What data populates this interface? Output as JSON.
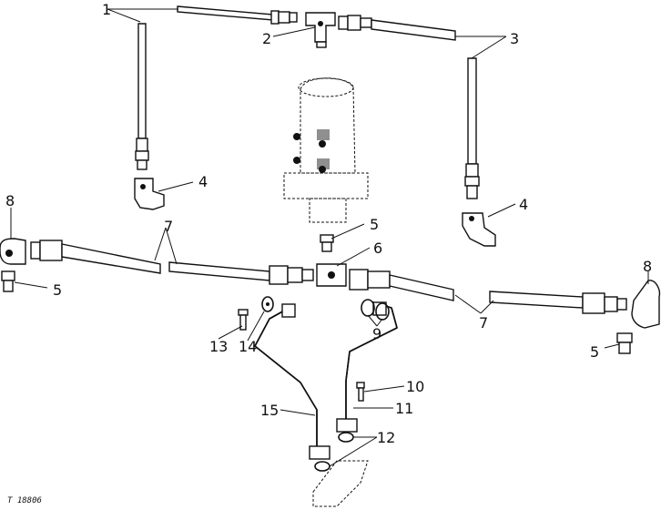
{
  "callouts": {
    "c1": "1",
    "c2": "2",
    "c3": "3",
    "c4a": "4",
    "c4b": "4",
    "c5a": "5",
    "c5b": "5",
    "c5c": "5",
    "c6": "6",
    "c7a": "7",
    "c7b": "7",
    "c8a": "8",
    "c8b": "8",
    "c9": "9",
    "c10": "10",
    "c11": "11",
    "c12": "12",
    "c13": "13",
    "c14": "14",
    "c15": "15"
  },
  "figure_code": "T 18806"
}
